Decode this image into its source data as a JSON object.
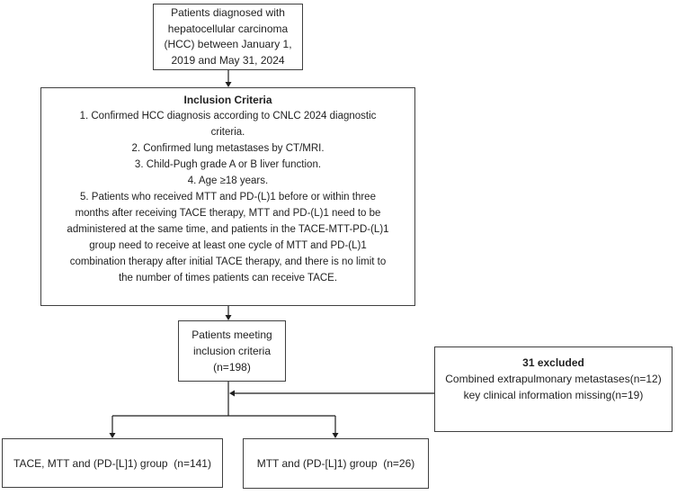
{
  "colors": {
    "box_border": "#404040",
    "text": "#1f1f1f",
    "connector": "#1f1f1f",
    "background": "#ffffff"
  },
  "flowchart": {
    "top_box": {
      "text": "Patients diagnosed with\nhepatocellular carcinoma\n(HCC) between January 1,\n2019 and May 31, 2024"
    },
    "inclusion_box": {
      "title": "Inclusion Criteria",
      "body": "1. Confirmed HCC diagnosis according to CNLC 2024 diagnostic\ncriteria.\n2. Confirmed lung metastases by CT/MRI.\n3. Child-Pugh grade A or B liver function.\n4. Age ≥18 years.\n5. Patients who received MTT and PD-(L)1 before or within three\nmonths after receiving TACE therapy, MTT and PD-(L)1 need to be\nadministered at the same time, and patients in the TACE-MTT-PD-(L)1\ngroup need to receive at least one cycle of MTT and PD-(L)1\ncombination therapy after initial TACE therapy, and there is no limit to\nthe number of times patients can receive TACE."
    },
    "meeting_box": {
      "text": "Patients meeting\ninclusion criteria\n(n=198)"
    },
    "excluded_box": {
      "title": "31 excluded",
      "body": "Combined extrapulmonary metastases(n=12)\nkey clinical information missing(n=19)"
    },
    "tace_group_box": {
      "text": "TACE, MTT and (PD-[L]1) group  (n=141)"
    },
    "mtt_group_box": {
      "text": "MTT and (PD-[L]1) group  (n=26)"
    }
  }
}
